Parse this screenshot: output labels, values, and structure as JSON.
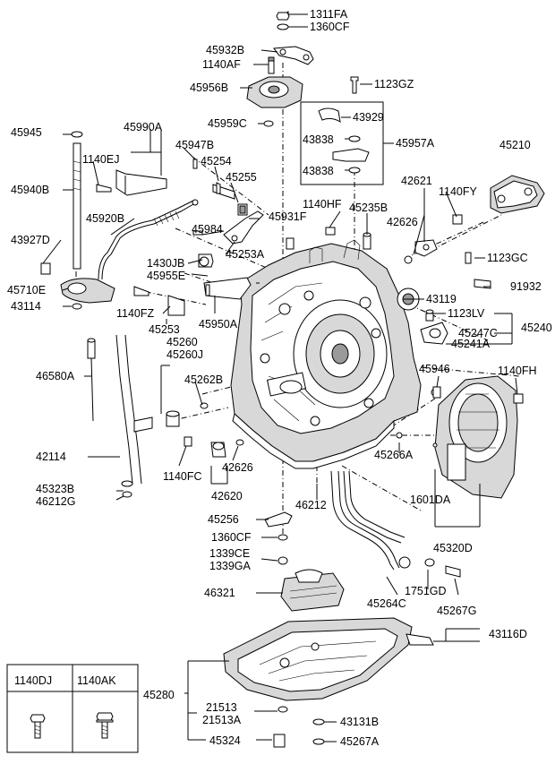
{
  "labels": {
    "p1311FA": "1311FA",
    "p1360CF_top": "1360CF",
    "p45932B": "45932B",
    "p1140AF": "1140AF",
    "p45956B": "45956B",
    "p1123GZ": "1123GZ",
    "p43929": "43929",
    "p45959C": "45959C",
    "p43838a": "43838",
    "p45957A": "45957A",
    "p43838b": "43838",
    "p45945": "45945",
    "p45990A": "45990A",
    "p45947B": "45947B",
    "p45210": "45210",
    "p1140EJ": "1140EJ",
    "p45254": "45254",
    "p45255": "45255",
    "p42621": "42621",
    "p45940B": "45940B",
    "p1140FY": "1140FY",
    "p1140HF": "1140HF",
    "p45235B": "45235B",
    "p45931F": "45931F",
    "p42626_top": "42626",
    "p45920B": "45920B",
    "p45984": "45984",
    "p43927D": "43927D",
    "p45253A": "45253A",
    "p1430JB": "1430JB",
    "p1123GC": "1123GC",
    "p45955E": "45955E",
    "p45710E": "45710E",
    "p91932": "91932",
    "p43119": "43119",
    "p43114": "43114",
    "p1140FZ": "1140FZ",
    "p45950A": "45950A",
    "p1123LV": "1123LV",
    "p45240": "45240",
    "p45253": "45253",
    "p45247C": "45247C",
    "p45260": "45260",
    "p45241A": "45241A",
    "p45260J": "45260J",
    "p46580A": "46580A",
    "p45262B": "45262B",
    "p45946": "45946",
    "p1140FH": "1140FH",
    "p42114": "42114",
    "p1140FC": "1140FC",
    "p42626_low": "42626",
    "p45266A": "45266A",
    "p45323B": "45323B",
    "p46212G": "46212G",
    "p42620": "42620",
    "p46212": "46212",
    "p1601DA": "1601DA",
    "p45256": "45256",
    "p1360CF_low": "1360CF",
    "p45320D": "45320D",
    "p1339CE": "1339CE",
    "p1339GA": "1339GA",
    "p1751GD": "1751GD",
    "p46321": "46321",
    "p45264C": "45264C",
    "p45267G": "45267G",
    "p43116D": "43116D",
    "p45280": "45280",
    "p21513": "21513",
    "p21513A": "21513A",
    "p43131B": "43131B",
    "p45324": "45324",
    "p45267A": "45267A"
  },
  "legend_table": {
    "col1": "1140DJ",
    "col2": "1140AK"
  }
}
